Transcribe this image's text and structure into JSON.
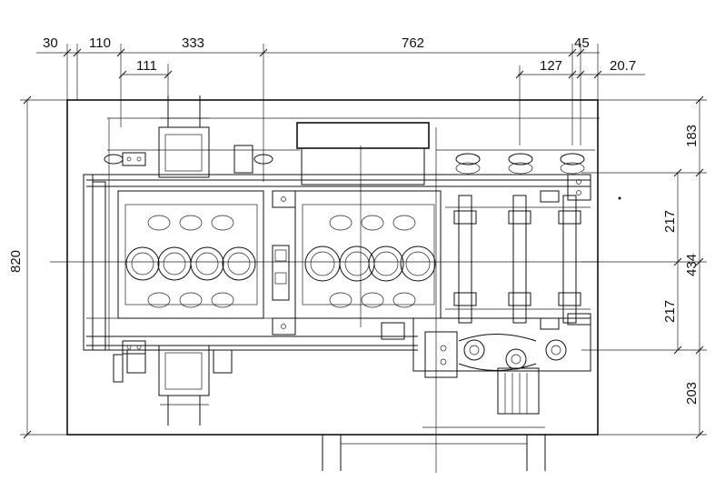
{
  "drawing": {
    "top_dims": [
      "30",
      "110",
      "333",
      "762",
      "45"
    ],
    "second_row_dims": [
      "111",
      "127",
      "20.7"
    ],
    "left_dim": "820",
    "right_dims": [
      "183",
      "217",
      "434",
      "217",
      "203"
    ]
  }
}
